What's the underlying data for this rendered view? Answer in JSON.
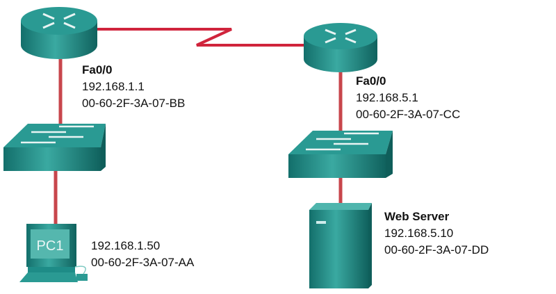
{
  "colors": {
    "device": "#1e8c87",
    "device_light": "#4fb5ad",
    "link": "#d0243c",
    "lan": "#c8464c"
  },
  "router1": {
    "interface": "Fa0/0",
    "ip": "192.168.1.1",
    "mac": "00-60-2F-3A-07-BB"
  },
  "router2": {
    "interface": "Fa0/0",
    "ip": "192.168.5.1",
    "mac": "00-60-2F-3A-07-CC"
  },
  "pc1": {
    "name": "PC1",
    "ip": "192.168.1.50",
    "mac": "00-60-2F-3A-07-AA"
  },
  "server": {
    "name": "Web Server",
    "ip": "192.168.5.10",
    "mac": "00-60-2F-3A-07-DD"
  }
}
